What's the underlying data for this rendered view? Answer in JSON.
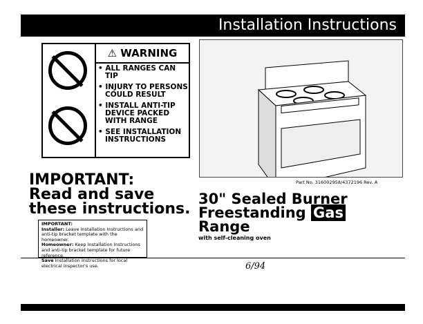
{
  "header": {
    "title": "Installation Instructions"
  },
  "warning": {
    "heading": "⚠ WARNING",
    "items": [
      "• ALL RANGES CAN TIP",
      "• INJURY TO PERSONS COULD RESULT",
      "• INSTALL ANTI-TIP DEVICE PACKED WITH RANGE",
      "• SEE INSTALLATION INSTRUCTIONS"
    ]
  },
  "important": {
    "line1": "IMPORTANT:",
    "line2": "Read and save",
    "line3": "these instructions."
  },
  "note": {
    "heading": "IMPORTANT:",
    "installer_label": "Installer:",
    "installer_text": "Leave Installation Instructions and anti-tip bracket template with the homeowner.",
    "homeowner_label": "Homeowner:",
    "homeowner_text": "Keep Installation Instructions and anti-tip bracket template for future reference.",
    "save_label": "Save",
    "save_text": "Installation Instructions for local electrical inspector's use."
  },
  "part_number": "Part No. 316002958/4372196 Rev. A",
  "product": {
    "line1": "30\" Sealed Burner",
    "line2a": "Freestanding",
    "gas": "Gas",
    "line3": "Range",
    "subtitle": "with self-cleaning oven"
  },
  "handwritten_date": "6/94"
}
